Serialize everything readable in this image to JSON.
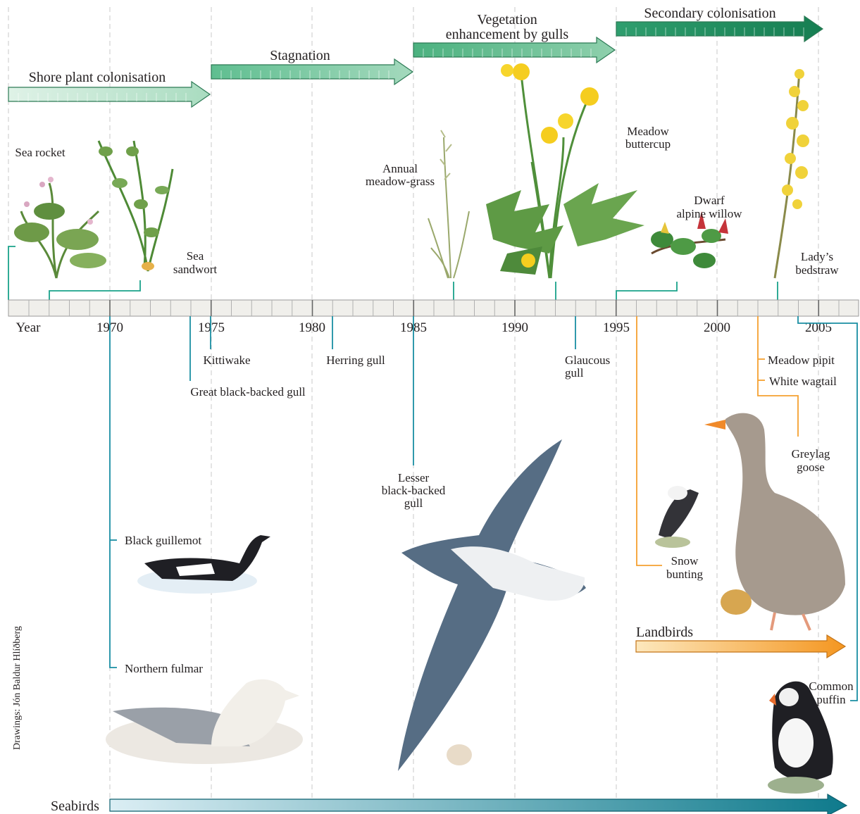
{
  "years_label": "Year",
  "years": [
    "1970",
    "1975",
    "1980",
    "1985",
    "1990",
    "1995",
    "2000",
    "2005"
  ],
  "phases": [
    {
      "lines": [
        "Shore plant colonisation"
      ]
    },
    {
      "lines": [
        "Stagnation"
      ]
    },
    {
      "lines": [
        "Vegetation",
        "enhancement by gulls"
      ]
    },
    {
      "lines": [
        "Secondary colonisation"
      ]
    }
  ],
  "plants": [
    {
      "lines": [
        "Sea rocket"
      ]
    },
    {
      "lines": [
        "Sea",
        "sandwort"
      ]
    },
    {
      "lines": [
        "Annual",
        "meadow-grass"
      ]
    },
    {
      "lines": [
        "Meadow",
        "buttercup"
      ]
    },
    {
      "lines": [
        "Dwarf",
        "alpine willow"
      ]
    },
    {
      "lines": [
        "Lady’s",
        "bedstraw"
      ]
    }
  ],
  "birds": [
    {
      "lines": [
        "Kittiwake"
      ]
    },
    {
      "lines": [
        "Great black-backed gull"
      ]
    },
    {
      "lines": [
        "Herring gull"
      ]
    },
    {
      "lines": [
        "Glaucous",
        "gull"
      ]
    },
    {
      "lines": [
        "Lesser",
        "black-backed",
        "gull"
      ]
    },
    {
      "lines": [
        "Black guillemot"
      ]
    },
    {
      "lines": [
        "Northern fulmar"
      ]
    },
    {
      "lines": [
        "Snow",
        "bunting"
      ]
    },
    {
      "lines": [
        "Meadow pipit"
      ]
    },
    {
      "lines": [
        "White wagtail"
      ]
    },
    {
      "lines": [
        "Greylag",
        "goose"
      ]
    },
    {
      "lines": [
        "Common",
        "puffin"
      ]
    }
  ],
  "groups": {
    "landbirds": "Landbirds",
    "seabirds": "Seabirds"
  },
  "credit": "Drawings: Jón Baldur Hlíðberg",
  "colors": {
    "plant_line": "#1aa28a",
    "seabird_line": "#1a8ea3",
    "landbird_line": "#f5a030",
    "phase_arrow_dark": "#1e9a6a",
    "phase_arrow_light": "#cfe9d9",
    "axis_fill": "#f0efeb",
    "seabird_arrow_light": "#d6ecf3",
    "seabird_arrow_dark": "#0d7b8c",
    "landbird_arrow_light": "#fde6b6",
    "landbird_arrow_dark": "#f59a22",
    "text": "#231f20"
  }
}
